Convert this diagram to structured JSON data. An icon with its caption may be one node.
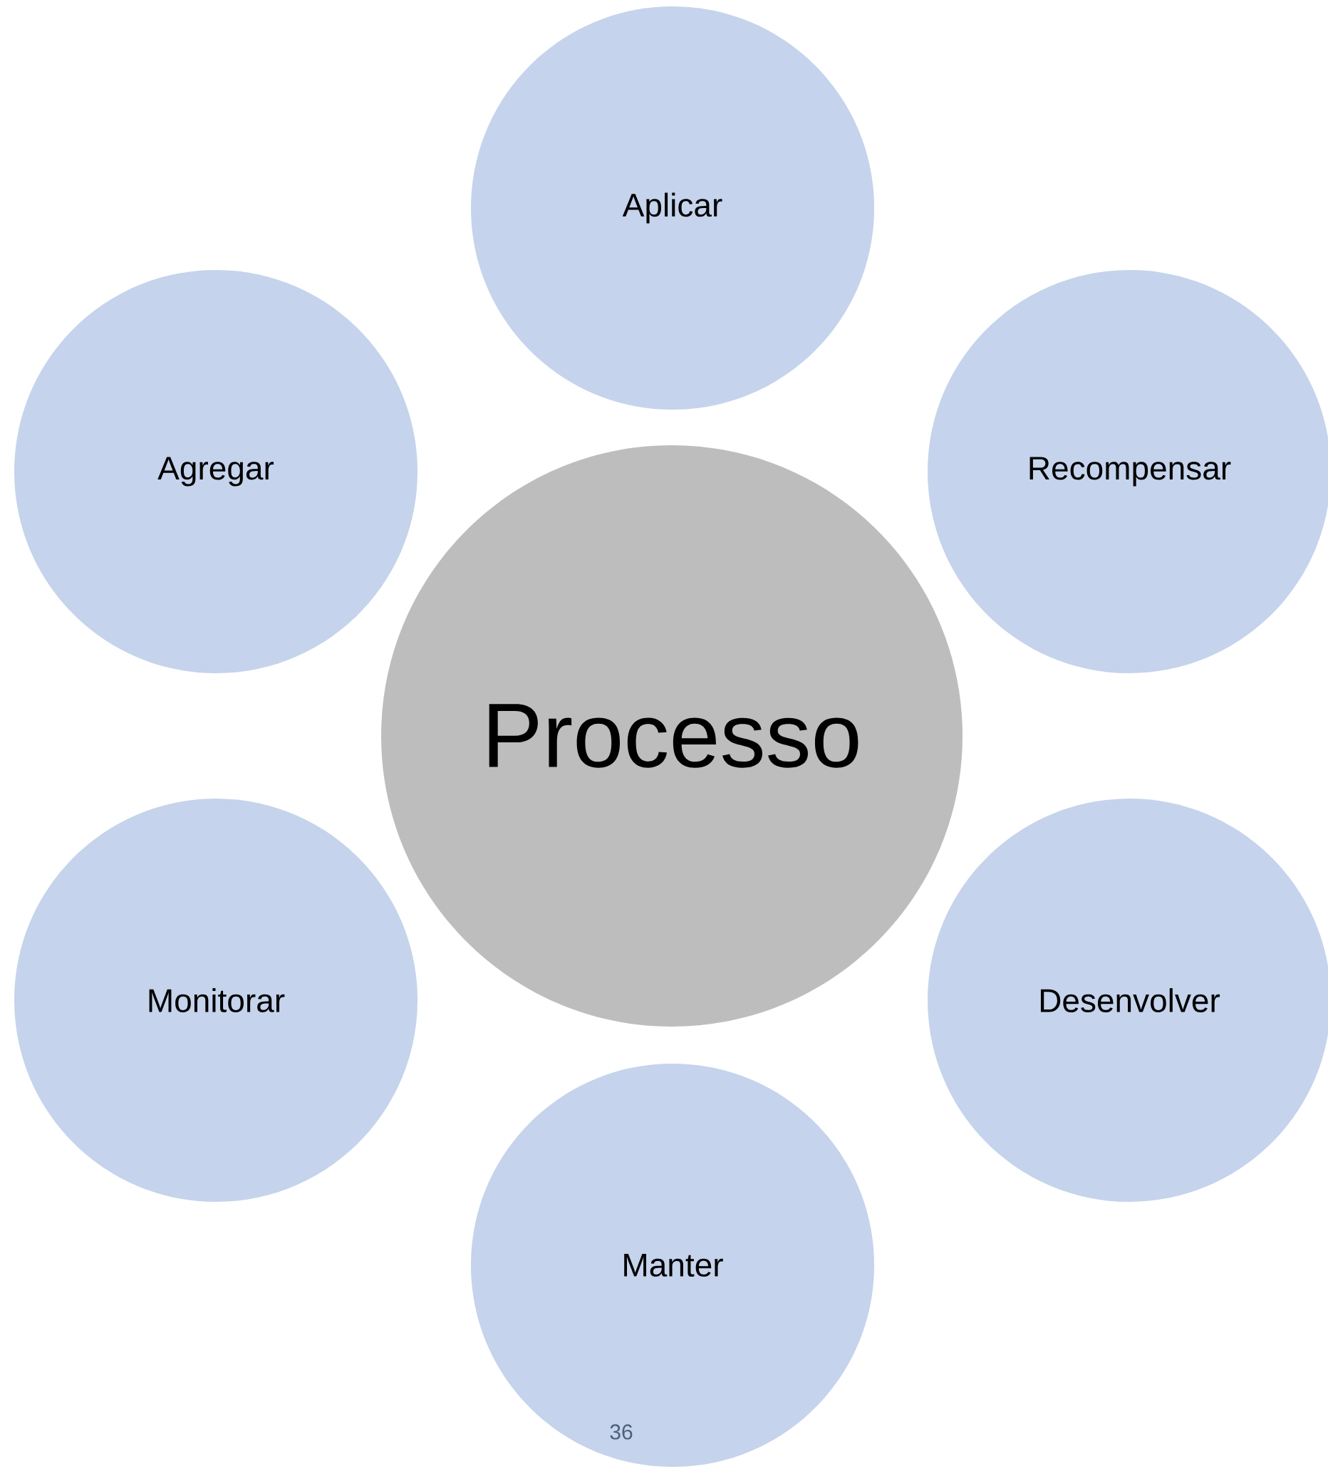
{
  "diagram": {
    "nodes": [
      {
        "text": [
          "Aplicar"
        ]
      },
      {
        "text": [
          "Agregar"
        ]
      },
      {
        "text": [
          "Recompensar"
        ]
      },
      {
        "text": [
          "Processo"
        ]
      },
      {
        "text": [
          "Monitorar"
        ]
      },
      {
        "text": [
          "Desenvolver"
        ]
      },
      {
        "text": [
          "Manter"
        ]
      }
    ],
    "labels": [
      "36"
    ]
  }
}
